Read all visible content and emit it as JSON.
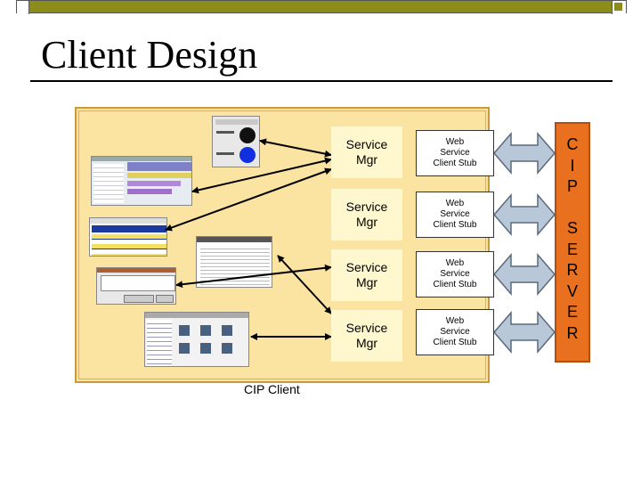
{
  "slide": {
    "title": "Client Design"
  },
  "diagram": {
    "caption": "CIP Client",
    "managers": [
      {
        "label": "Service\nMgr"
      },
      {
        "label": "Service\nMgr"
      },
      {
        "label": "Service\nMgr"
      },
      {
        "label": "Service\nMgr"
      }
    ],
    "stubs": [
      {
        "label": "Web\nService\nClient Stub"
      },
      {
        "label": "Web\nService\nClient Stub"
      },
      {
        "label": "Web\nService\nClient Stub"
      },
      {
        "label": "Web\nService\nClient Stub"
      }
    ],
    "server_letters": [
      "C",
      "I",
      "P",
      "",
      "S",
      "E",
      "R",
      "V",
      "E",
      "R"
    ],
    "colors": {
      "panel_fill": "#fbe3a1",
      "manager_fill": "#fff8cf",
      "arrow_fill": "#b8c8d8",
      "server_fill": "#e8701e",
      "title_bar": "#8c8c1a"
    }
  }
}
